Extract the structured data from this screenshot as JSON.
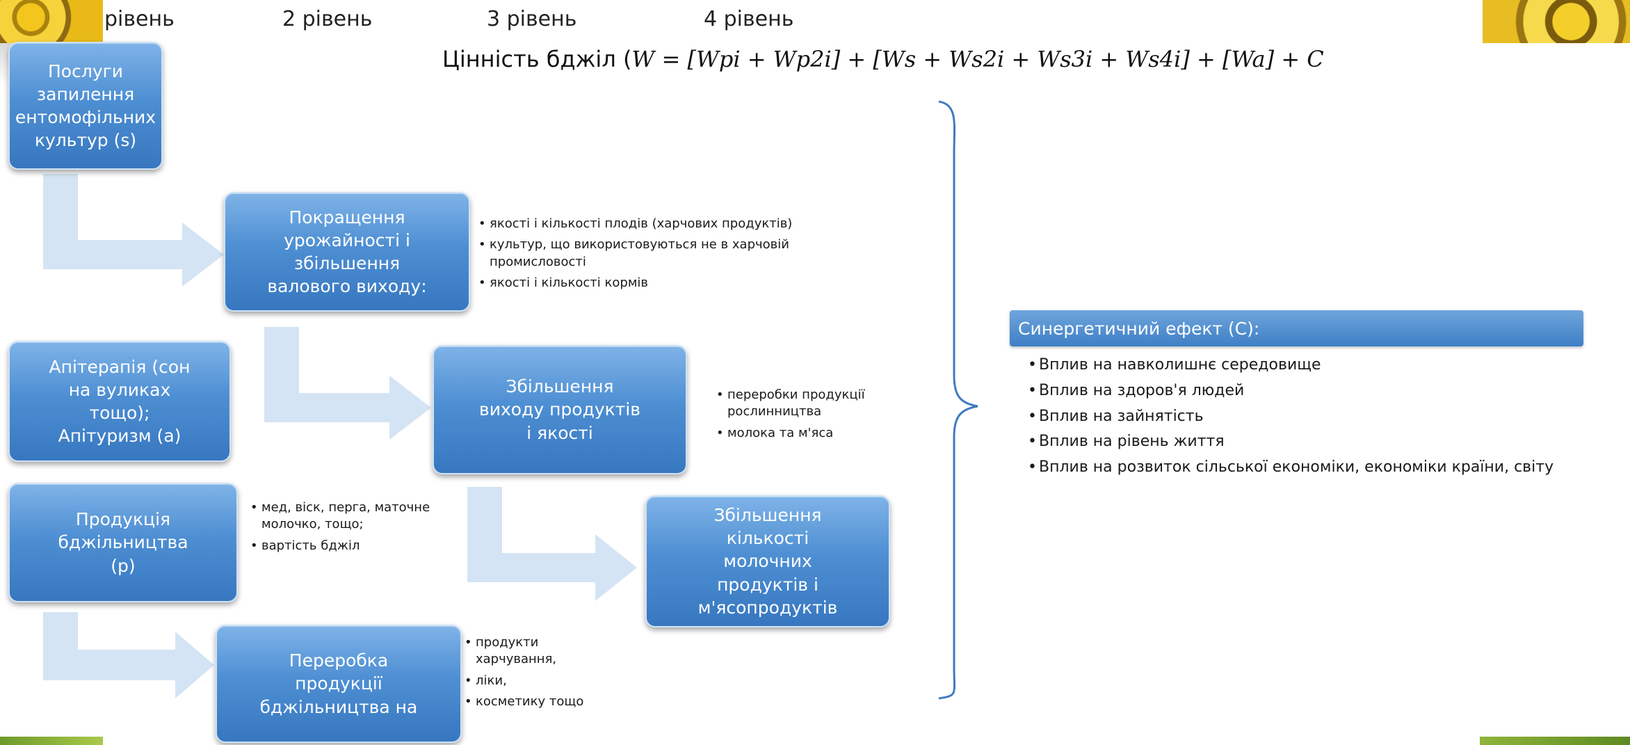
{
  "levels": [
    "рівень",
    "2 рівень",
    "3 рівень",
    "4 рівень"
  ],
  "formula": {
    "label": "Цінність бджіл (",
    "expression": "W =  [Wpi + Wp2i] + [Ws + Ws2i + Ws3i + Ws4i] + [Wa] + C"
  },
  "boxes": {
    "pollination": [
      "Послуги",
      "запилення",
      "ентомофільних",
      "культур (s)"
    ],
    "yield": [
      "Покращення",
      "урожайності і",
      "збільшення",
      "валового виходу:"
    ],
    "apitherapy": [
      "Апітерапія (сон",
      "на вуликах",
      "тощо);",
      "Апітуризм (a)"
    ],
    "output": [
      "Збільшення",
      "виходу продуктів",
      "і якості"
    ],
    "beekeeping": [
      "Продукція",
      "бджільництва",
      "(p)"
    ],
    "dairy": [
      "Збільшення",
      "кількості",
      "молочних",
      "продуктів і",
      "м'ясопродуктів"
    ],
    "processing": [
      "Переробка",
      "продукції",
      "бджільництва на"
    ]
  },
  "bullets": {
    "yield": [
      "якості і кількості плодів (харчових продуктів)",
      "культур, що використовуються не в харчовій промисловості",
      "якості і кількості кормів"
    ],
    "output": [
      "переробки продукції рослинництва",
      "молока та м'яса"
    ],
    "beekeeping": [
      "мед, віск, перга, маточне молочко, тощо;",
      "вартість бджіл"
    ],
    "processing": [
      "продукти харчування,",
      "ліки,",
      "косметику тощо"
    ]
  },
  "synergy": {
    "title": "Синергетичний ефект (C):",
    "items": [
      "Вплив на навколишнє середовище",
      "Вплив на здоров'я людей",
      "Вплив на зайнятість",
      "Вплив на рівень життя",
      "Вплив на розвиток сільської економіки, економіки країни, світу"
    ]
  },
  "colors": {
    "box_top": "#7fb3e8",
    "box_bottom": "#3777c0",
    "arrow": "#d4e4f4",
    "brace": "#3f7cc2"
  }
}
